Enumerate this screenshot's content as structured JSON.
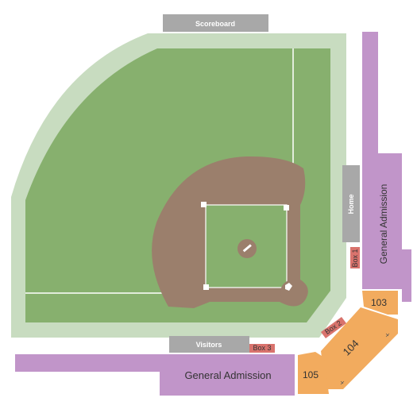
{
  "labels": {
    "scoreboard": "Scoreboard",
    "home": "Home",
    "visitors": "Visitors",
    "box1": "Box 1",
    "box2": "Box 2",
    "box3": "Box 3",
    "ga_right": "General Admission",
    "ga_bottom": "General Admission",
    "sec103": "103",
    "sec104": "104",
    "sec105": "105"
  },
  "colors": {
    "field": "#87b06e",
    "warning_track": "#c8dcc0",
    "infield_dirt": "#9b7f6c",
    "general_admission": "#c195c9",
    "numbered_sections": "#f2ab5e",
    "box_seats": "#d9736d",
    "dugouts_scoreboard": "#a8a8a8"
  }
}
